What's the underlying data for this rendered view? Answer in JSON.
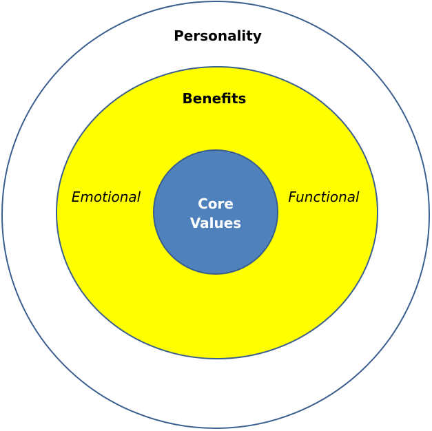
{
  "diagram": {
    "outer_label": "Personality",
    "middle_label": "Benefits",
    "left_label": "Emotional",
    "right_label": "Functional",
    "core_line1": "Core",
    "core_line2": "Values"
  },
  "colors": {
    "background": "#ffffff",
    "outer_stroke": "#3a5f8f",
    "middle_fill": "#ffff00",
    "middle_stroke": "#3a5f8f",
    "core_fill": "#4f81bd",
    "core_stroke": "#385d8a",
    "core_text": "#ffffff",
    "label_text": "#000000"
  }
}
